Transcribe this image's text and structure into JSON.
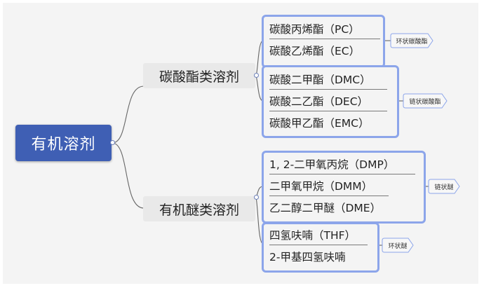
{
  "root": {
    "label": "有机溶剂"
  },
  "branches": [
    {
      "label": "碳酸酯类溶剂",
      "groups": [
        {
          "items": [
            "碳酸丙烯酯（PC）",
            "碳酸乙烯酯（EC）"
          ],
          "tag": "环状碳酸酯"
        },
        {
          "items": [
            "碳酸二甲酯（DMC）",
            "碳酸二乙酯（DEC）",
            "碳酸甲乙酯（EMC）"
          ],
          "tag": "链状碳酸酯"
        }
      ]
    },
    {
      "label": "有机醚类溶剂",
      "groups": [
        {
          "items": [
            "1, 2-二甲氧丙烷（DMP）",
            "二甲氧甲烷（DMM）",
            "乙二醇二甲醚（DME）"
          ],
          "tag": "链状醚"
        },
        {
          "items": [
            "四氢呋喃（THF）",
            "2-甲基四氢呋喃"
          ],
          "tag": "环状醚"
        }
      ]
    }
  ],
  "colors": {
    "root_fill": "#3f5fb4",
    "group_border": "#8ca5ea",
    "branch_fill": "#e9e9e9",
    "connector": "#666666"
  }
}
